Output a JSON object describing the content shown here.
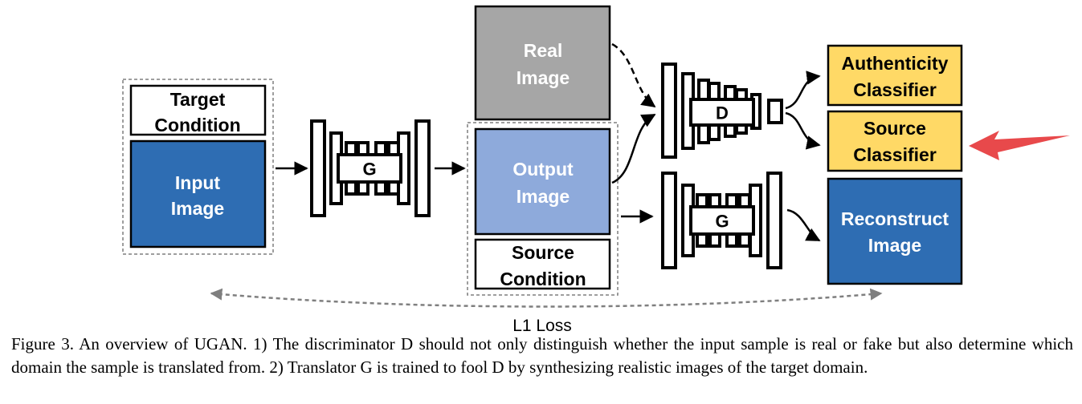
{
  "boxes": {
    "target_condition": [
      "Target",
      "Condition"
    ],
    "input_image": [
      "Input",
      "Image"
    ],
    "real_image": [
      "Real",
      "Image"
    ],
    "output_image": [
      "Output",
      "Image"
    ],
    "source_condition": [
      "Source",
      "Condition"
    ],
    "authenticity_classifier": [
      "Authenticity",
      "Classifier"
    ],
    "source_classifier": [
      "Source",
      "Classifier"
    ],
    "reconstruct_image": [
      "Reconstruct",
      "Image"
    ]
  },
  "networks": {
    "generator_label": "G",
    "discriminator_label": "D",
    "reconstruct_generator_label": "G"
  },
  "loss_label": "L1 Loss",
  "caption": "Figure 3. An overview of UGAN. 1) The discriminator D should not only distinguish whether the input sample is real or fake but also determine which domain the sample is translated from. 2) Translator G is trained to fool D by synthesizing realistic images of the target domain.",
  "colors": {
    "input_blue": "#2e6db3",
    "output_blue": "#8eaadb",
    "real_gray": "#a6a6a6",
    "classifier_yellow": "#ffd966",
    "pointer_red": "#e8494b",
    "dashed_gray": "#7f7f7f"
  }
}
